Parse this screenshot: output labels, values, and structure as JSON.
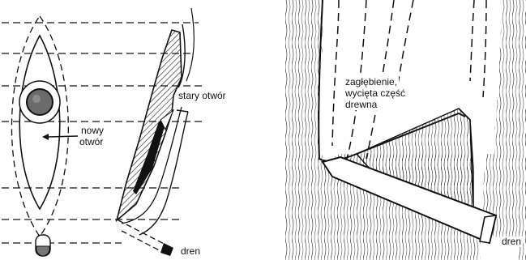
{
  "left_panel": {
    "labels": {
      "old_hole": "stary otwór",
      "new_hole_line1": "nowy",
      "new_hole_line2": "otwór",
      "drain": "dren"
    }
  },
  "right_panel": {
    "labels": {
      "recess_line1": "zagłębienie,",
      "recess_line2": "wycięta część",
      "recess_line3": "drewna",
      "drain": "dren"
    }
  },
  "colors": {
    "ink": "#111111",
    "paper": "#ffffff"
  }
}
